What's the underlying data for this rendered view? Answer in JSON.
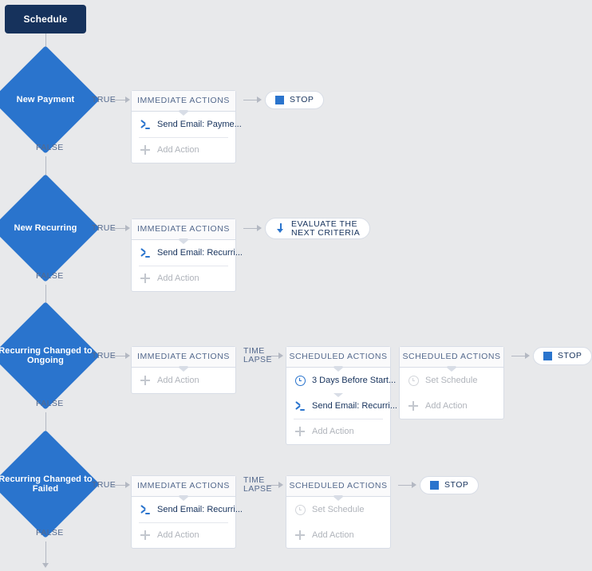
{
  "canvas": {
    "background": "#e8e9eb",
    "accent_blue": "#2a74cd",
    "navy": "#16325c",
    "label_color": "#54698d",
    "muted_color": "#b0b4bb"
  },
  "start": {
    "label": "Schedule"
  },
  "edge_labels": {
    "true": "TRUE",
    "false": "FALSE",
    "time_lapse_line1": "TIME",
    "time_lapse_line2": "LAPSE"
  },
  "card_headers": {
    "immediate": "IMMEDIATE ACTIONS",
    "scheduled": "SCHEDULED ACTIONS"
  },
  "common": {
    "add_action": "Add Action",
    "set_schedule": "Set Schedule"
  },
  "end_nodes": {
    "stop": "STOP",
    "evaluate_line1": "EVALUATE THE",
    "evaluate_line2": "NEXT CRITERIA"
  },
  "icons": {
    "apex": "apex-code-icon",
    "clock": "clock-icon",
    "plus": "plus-icon",
    "stop_square": "stop-square-icon",
    "arrow_down": "arrow-down-icon"
  },
  "criteria": [
    {
      "id": "new-payment",
      "name": "New Payment",
      "immediate_actions": [
        {
          "icon": "apex",
          "label": "Send Email: Payme...",
          "muted": false
        }
      ],
      "end": {
        "type": "stop",
        "label": "STOP"
      }
    },
    {
      "id": "new-recurring",
      "name": "New Recurring",
      "immediate_actions": [
        {
          "icon": "apex",
          "label": "Send Email: Recurri...",
          "muted": false
        }
      ],
      "end": {
        "type": "evaluate",
        "label": "EVALUATE THE NEXT CRITERIA"
      }
    },
    {
      "id": "recurring-changed-to-ongoing",
      "name": "Recurring Changed to Ongoing",
      "immediate_actions": [],
      "scheduled_group_1": [
        {
          "icon": "clock",
          "label": "3 Days Before Start...",
          "muted": false
        },
        {
          "icon": "apex",
          "label": "Send Email: Recurri...",
          "muted": false
        }
      ],
      "scheduled_group_2": [
        {
          "icon": "clock",
          "label": "Set Schedule",
          "muted": true
        }
      ],
      "end": {
        "type": "stop",
        "label": "STOP"
      }
    },
    {
      "id": "recurring-changed-to-failed",
      "name": "Recurring Changed to Failed",
      "immediate_actions": [
        {
          "icon": "apex",
          "label": "Send Email: Recurri...",
          "muted": false
        }
      ],
      "scheduled_group_1": [
        {
          "icon": "clock",
          "label": "Set Schedule",
          "muted": true
        }
      ],
      "end": {
        "type": "stop",
        "label": "STOP"
      }
    }
  ]
}
